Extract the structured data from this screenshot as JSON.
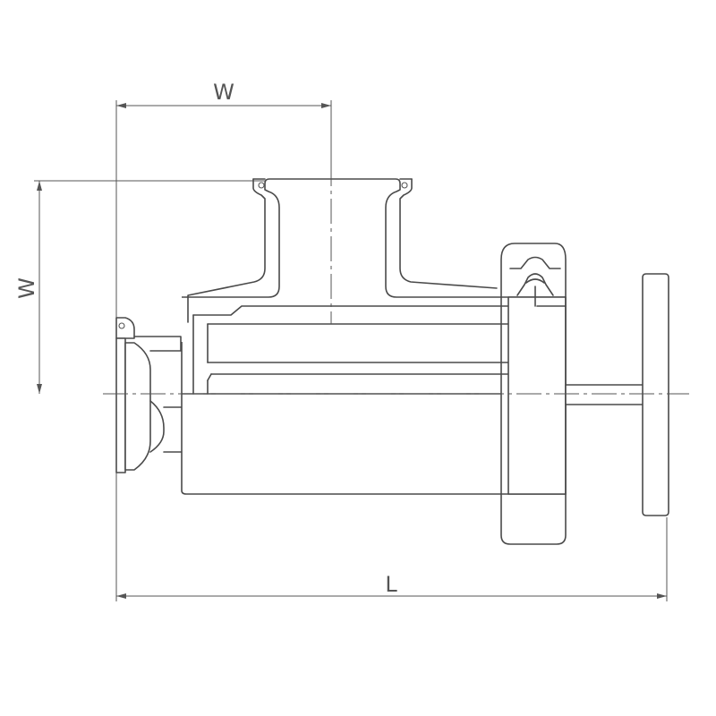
{
  "dimensions": {
    "top_width_label": "W",
    "left_height_label": "W",
    "bottom_length_label": "L"
  }
}
